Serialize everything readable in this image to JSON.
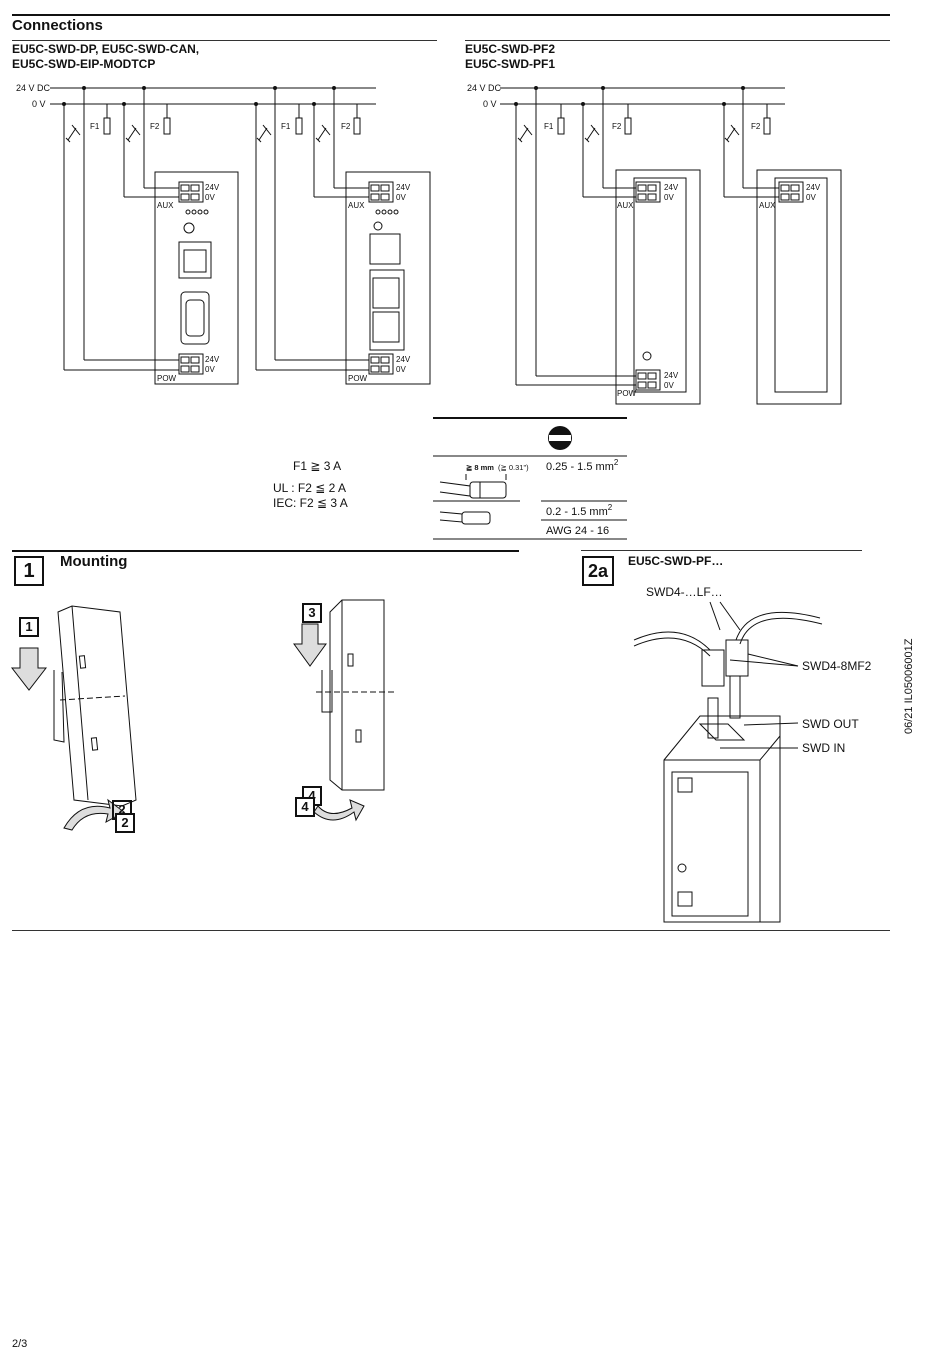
{
  "header": {
    "title": "Connections"
  },
  "left_models": {
    "line1": "EU5C-SWD-DP, EU5C-SWD-CAN,",
    "line2": "EU5C-SWD-EIP-MODTCP"
  },
  "right_models": {
    "line1": "EU5C-SWD-PF2",
    "line2": "EU5C-SWD-PF1"
  },
  "rails": {
    "dc": "24 V DC",
    "zero": "0 V"
  },
  "labels": {
    "f1": "F1",
    "f2": "F2",
    "aux": "AUX",
    "pow": "POW",
    "v24": "24V",
    "v0": "0V"
  },
  "fuse_spec": {
    "f1": "F1 ≧ 3 A",
    "ul": "UL : F2 ≦ 2 A",
    "iec": "IEC: F2 ≦ 3 A"
  },
  "wire_table": {
    "strip": "≧ 8 mm",
    "strip_in": "(≧ 0.31\")",
    "range1": "0.25 - 1.5 mm",
    "range2": "0.2 - 1.5 mm",
    "sup": "2",
    "awg": "AWG 24 - 16"
  },
  "section1": {
    "number": "1",
    "title": "Mounting",
    "steps": [
      "1",
      "2",
      "2",
      "3",
      "4",
      "4"
    ]
  },
  "section2": {
    "number": "2a",
    "title": "EU5C-SWD-PF…",
    "callouts": [
      "SWD4-…LF…",
      "SWD4-8MF2",
      "SWD OUT",
      "SWD IN"
    ]
  },
  "side_code": "06/21 IL05006001Z",
  "footer": {
    "page": "2/3"
  }
}
